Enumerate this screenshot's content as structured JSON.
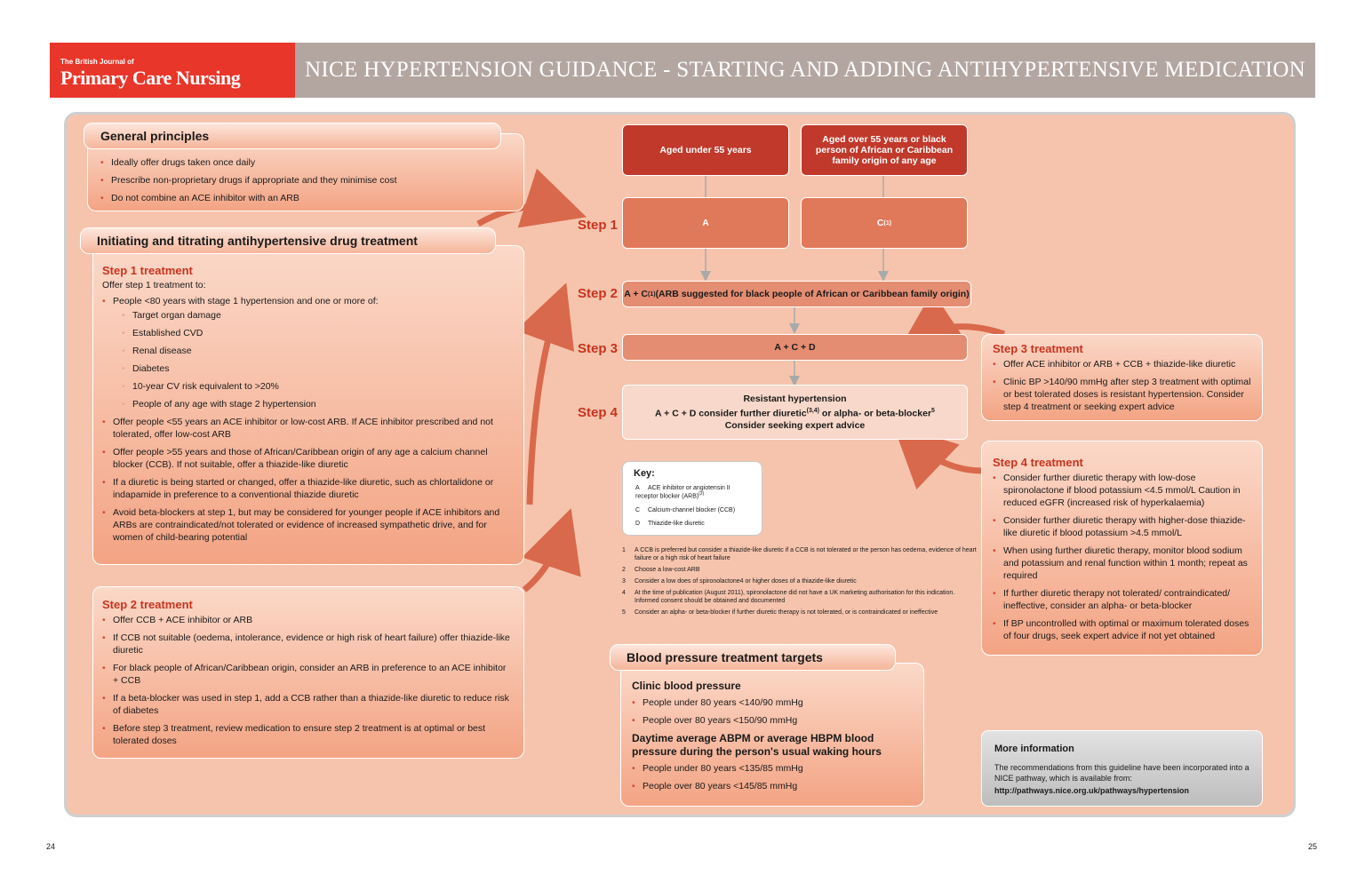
{
  "header": {
    "logo_small": "The British Journal of",
    "logo_big": "Primary Care Nursing",
    "title": "NICE HYPERTENSION GUIDANCE - STARTING AND ADDING ANTIHYPERTENSIVE MEDICATION"
  },
  "general": {
    "title": "General principles",
    "items": [
      "Ideally offer drugs taken once daily",
      "Prescribe non-proprietary drugs if appropriate and they minimise cost",
      "Do not combine an ACE inhibitor with an ARB"
    ]
  },
  "initiating": {
    "title": "Initiating and titrating antihypertensive drug treatment"
  },
  "step1": {
    "title": "Step 1 treatment",
    "intro": "Offer step 1 treatment to:",
    "item1": "People <80 years with stage 1 hypertension and one or more of:",
    "sub": [
      "Target organ damage",
      "Established CVD",
      "Renal disease",
      "Diabetes",
      "10-year CV risk equivalent to >20%",
      "People of any age with stage 2 hypertension"
    ],
    "items": [
      "Offer people <55 years an ACE inhibitor or low-cost ARB. If ACE inhibitor prescribed and not tolerated, offer low-cost ARB",
      "Offer people >55 years and those of African/Caribbean origin of any age a calcium channel blocker (CCB). If not suitable, offer a thiazide-like diuretic",
      "If a diuretic is being started or changed, offer a thiazide-like diuretic, such as chlortalidone or indapamide in preference to a conventional thiazide diuretic",
      "Avoid beta-blockers at step 1, but may be considered for younger people if ACE inhibitors and ARBs are contraindicated/not tolerated or evidence of increased sympathetic drive, and for women of child-bearing potential"
    ]
  },
  "step2": {
    "title": "Step 2 treatment",
    "items": [
      "Offer CCB + ACE inhibitor or ARB",
      "If CCB not suitable (oedema, intolerance, evidence or high risk of heart failure) offer thiazide-like diuretic",
      "For black people of African/Caribbean origin, consider an ARB in preference to an ACE inhibitor + CCB",
      "If a beta-blocker was used in step 1, add a CCB rather than a thiazide-like diuretic to reduce risk of diabetes",
      "Before step 3 treatment, review medication to ensure step 2 treatment is at optimal or best tolerated doses"
    ]
  },
  "flow": {
    "age_under": "Aged under 55 years",
    "age_over": "Aged over 55 years or black person of African or Caribbean family origin of any age",
    "step1_label": "Step 1",
    "step2_label": "Step 2",
    "step3_label": "Step 3",
    "step4_label": "Step 4",
    "box_a": "A",
    "box_c": "C",
    "box_c_sup": "(1)",
    "step2_a": "A + C",
    "step2_sup": "(1)",
    "step2_rest": " (ARB suggested for black people of African or Caribbean family origin)",
    "step3_box": "A + C + D",
    "step4_line1": "Resistant hypertension",
    "step4_line2a": "A + C + D consider further diuretic",
    "step4_sup1": "(3,4)",
    "step4_line2b": " or alpha- or beta-blocker",
    "step4_sup2": "5",
    "step4_line3": "Consider seeking expert advice"
  },
  "key": {
    "title": "Key:",
    "rows": [
      {
        "letter": "A",
        "text": "ACE inhibitor or angiotensin II receptor blocker (ARB)",
        "sup": "(2)"
      },
      {
        "letter": "C",
        "text": "Calcium-channel blocker (CCB)",
        "sup": ""
      },
      {
        "letter": "D",
        "text": "Thiazide-like diuretic",
        "sup": ""
      }
    ]
  },
  "notes": [
    {
      "n": "1",
      "text": "A CCB is preferred but consider a thiazide-like diuretic if a CCB is not tolerated or the person has oedema, evidence of heart failure or a high risk of heart failure"
    },
    {
      "n": "2",
      "text": "Choose a low-cost ARB"
    },
    {
      "n": "3",
      "text": "Consider a low does of spironolactone4 or higher doses of a thiazide-like diuretic"
    },
    {
      "n": "4",
      "text": "At the time of publication (August 2011), spironolactone did not have a UK marketing authorisation for this indication. Informed consent should be obtained and documented"
    },
    {
      "n": "5",
      "text": "Consider an alpha- or beta-blocker if further diuretic therapy is not tolerated, or is contraindicated or ineffective"
    }
  ],
  "step3tx": {
    "title": "Step 3 treatment",
    "items": [
      "Offer ACE inhibitor or ARB + CCB + thiazide-like diuretic",
      "Clinic BP >140/90 mmHg after step 3 treatment with optimal or best tolerated doses is resistant hypertension. Consider step 4 treatment or seeking expert advice"
    ]
  },
  "step4tx": {
    "title": "Step 4 treatment",
    "items": [
      "Consider further diuretic therapy with low-dose spironolactone if blood potassium <4.5 mmol/L Caution in reduced eGFR (increased risk of hyperkalaemia)",
      "Consider further diuretic therapy with higher-dose thiazide-like diuretic if blood potassium >4.5 mmol/L",
      "When using further diuretic therapy, monitor blood sodium and potassium and renal function within 1 month; repeat as required",
      "If further diuretic therapy not tolerated/ contraindicated/ ineffective, consider an alpha- or beta-blocker",
      "If BP uncontrolled with optimal or maximum tolerated doses of four drugs, seek expert advice if not yet obtained"
    ]
  },
  "bp": {
    "title": "Blood pressure treatment targets",
    "clinic_title": "Clinic blood pressure",
    "clinic_items": [
      "People under 80 years <140/90 mmHg",
      "People over 80 years <150/90 mmHg"
    ],
    "abpm_title": "Daytime average ABPM or average HBPM blood pressure during the person's usual waking hours",
    "abpm_items": [
      "People under 80 years <135/85 mmHg",
      "People over 80 years <145/85 mmHg"
    ]
  },
  "more": {
    "title": "More information",
    "text": "The recommendations from this guideline have been incorporated into a NICE pathway, which is available from:",
    "url": "http://pathways.nice.org.uk/pathways/hypertension"
  },
  "pages": {
    "left": "24",
    "right": "25"
  },
  "colors": {
    "accent": "#c8341f",
    "logo": "#e8362a",
    "titlebar": "#b3a6a1"
  }
}
